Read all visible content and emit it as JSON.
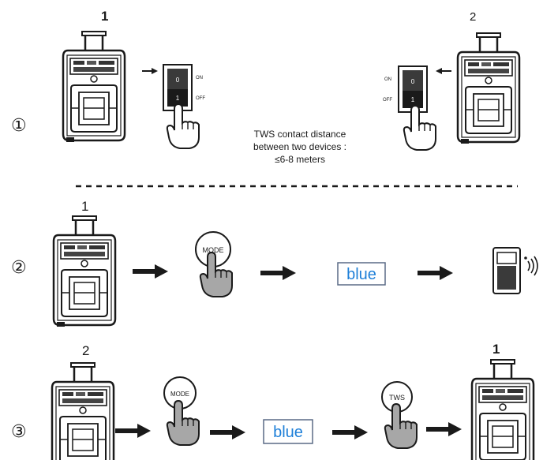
{
  "section1": {
    "step_marker": "①",
    "device_left_number": "1",
    "device_right_number": "2",
    "switch_left": {
      "on_label": "ON",
      "off_label": "OFF",
      "top_digit": "0",
      "bottom_digit": "1"
    },
    "switch_right": {
      "on_label": "ON",
      "off_label": "OFF",
      "top_digit": "0",
      "bottom_digit": "1"
    },
    "distance_note": {
      "line1": "TWS contact distance",
      "line2": "between two devices :",
      "line3": "≤6-8 meters"
    }
  },
  "section2": {
    "step_marker": "②",
    "device_number": "1",
    "mode_button_label": "MODE",
    "status_text": "blue"
  },
  "section3": {
    "step_marker": "③",
    "device_left_number": "2",
    "device_right_number": "1",
    "mode_button_label": "MODE",
    "status_text": "blue",
    "tws_button_label": "TWS"
  },
  "colors": {
    "line": "#1a1a1a",
    "finger_fill": "#a7a7a7",
    "switch_dark": "#2a2a2a",
    "status_blue": "#1e7fd8",
    "status_box_border": "#5a6a85"
  }
}
